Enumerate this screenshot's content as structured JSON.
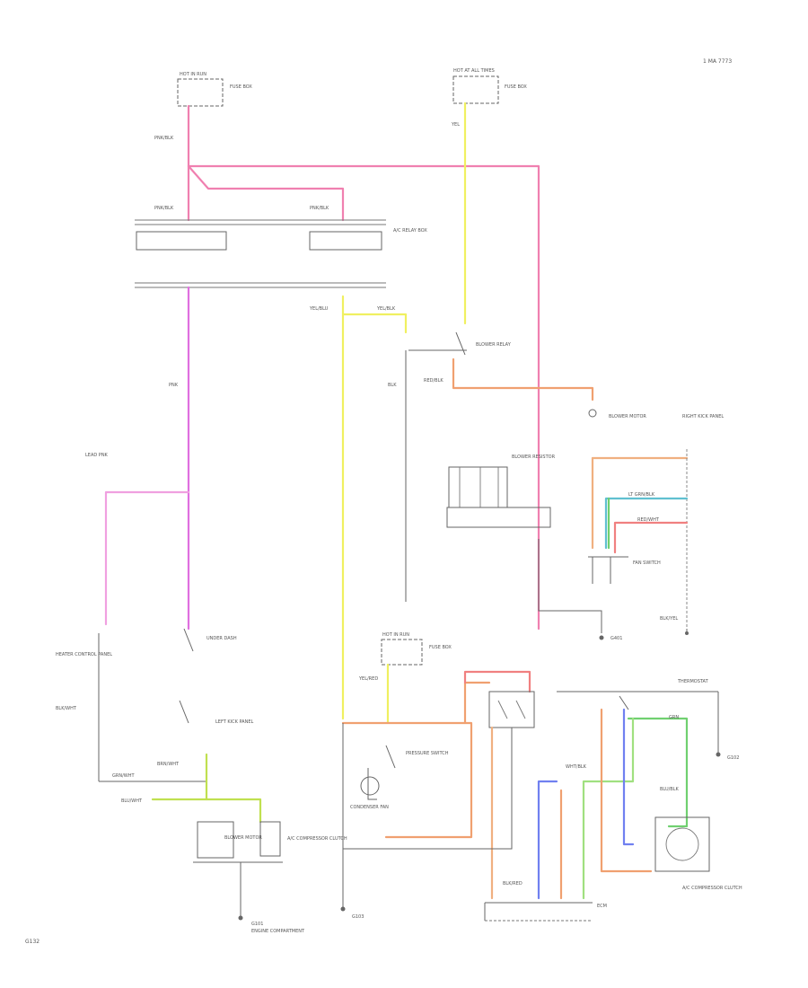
{
  "header": {
    "page_code": "1 MA 7773",
    "footer_code": "G132"
  },
  "colors": {
    "pink": "#f080b0",
    "magenta": "#e070e0",
    "light_pink": "#f0a0e0",
    "yellow": "#f0f060",
    "orange": "#f0a070",
    "peach": "#f0b080",
    "green": "#70d070",
    "light_green": "#a0e080",
    "blue": "#7080f0",
    "cyan": "#60c0d0",
    "red": "#f08080",
    "yellow_green": "#c0e050",
    "black": "#666666"
  },
  "labels": {
    "hot_in_run": "HOT IN RUN",
    "hot_at_all_times": "HOT AT ALL TIMES",
    "fuse_top_left": "FUSE BOX",
    "fuse_top_right": "FUSE BOX",
    "fuse_mid": "FUSE BOX",
    "pnk_blk_1": "PNK/BLK",
    "pnk_blk_2": "PNK/BLK",
    "pnk_blk_3": "PNK/BLK",
    "yel": "YEL",
    "yel_blu": "YEL/BLU",
    "yel_blk": "YEL/BLK",
    "yel_red": "YEL/RED",
    "blk": "BLK",
    "blk_yel": "BLK/YEL",
    "blk_wht": "BLK/WHT",
    "brn_wht": "BRN/WHT",
    "grn_wht": "GRN/WHT",
    "red_blk": "RED/BLK",
    "ltgrn_blk": "LT GRN/BLK",
    "blu_wht": "BLU/WHT",
    "wht_blk": "WHT/BLK",
    "red_wht": "RED/WHT",
    "pnk": "PNK",
    "lead_pnk": "LEAD PNK",
    "blu_blk": "BLU/BLK",
    "grn": "GRN",
    "blk_red": "BLK/RED",
    "ic_relay_box": "A/C RELAY BOX",
    "blower_relay": "BLOWER RELAY",
    "blower_motor": "BLOWER MOTOR",
    "compressor_clutch": "A/C COMPRESSOR CLUTCH",
    "condenser_fan": "CONDENSER FAN",
    "fan_switch": "FAN SWITCH",
    "thermostat": "THERMOSTAT",
    "pressure_switch": "PRESSURE SWITCH",
    "ecm": "ECM",
    "resistor": "BLOWER RESISTOR",
    "heater_ctrl": "HEATER CONTROL PANEL",
    "ground_g1": "G101",
    "ground_g2": "G401",
    "ground_g3": "G102",
    "ground_g4": "G103",
    "under_dash": "UNDER DASH",
    "left_kick": "LEFT KICK PANEL",
    "right_kick": "RIGHT KICK PANEL",
    "engine_comp": "ENGINE COMPARTMENT"
  }
}
